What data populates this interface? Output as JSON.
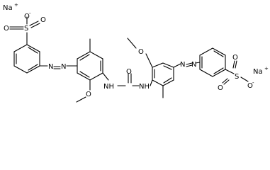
{
  "molecule": {
    "counterions": [
      {
        "symbol": "Na",
        "charge": "+"
      },
      {
        "symbol": "Na",
        "charge": "+"
      }
    ],
    "sulfonates": [
      {
        "oxo_top": "O",
        "sulfur": "S",
        "oxo_bottom": "O",
        "anion": "O",
        "anion_charge": "-"
      },
      {
        "oxo_top": "O",
        "sulfur": "S",
        "oxo_bottom": "O",
        "anion": "O",
        "anion_charge": "-"
      }
    ],
    "azo_links": [
      {
        "n1": "N",
        "n2": "N"
      },
      {
        "n1": "N",
        "n2": "N"
      }
    ],
    "methoxy_oxygens": [
      "O",
      "O"
    ],
    "urea": {
      "left_nh": "NH",
      "right_nh": "NH",
      "carbonyl_o": "O"
    }
  }
}
